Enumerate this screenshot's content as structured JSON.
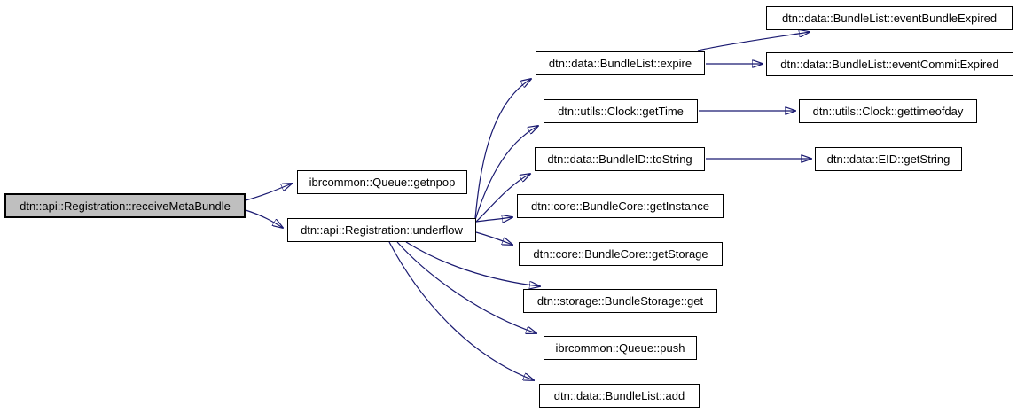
{
  "diagram": {
    "type": "call-graph",
    "colors": {
      "edge": "#191970",
      "node_background": "#ffffff",
      "node_border": "#000000",
      "highlight_background": "#bfbfbf",
      "text": "#000000"
    },
    "nodes": [
      {
        "id": "receive-meta-bundle",
        "label": "dtn::api::Registration::receiveMetaBundle",
        "highlighted": true
      },
      {
        "id": "queue-getnpop",
        "label": "ibrcommon::Queue::getnpop",
        "highlighted": false
      },
      {
        "id": "registration-underflow",
        "label": "dtn::api::Registration::underflow",
        "highlighted": false
      },
      {
        "id": "bundlelist-expire",
        "label": "dtn::data::BundleList::expire",
        "highlighted": false
      },
      {
        "id": "clock-gettime",
        "label": "dtn::utils::Clock::getTime",
        "highlighted": false
      },
      {
        "id": "bundleid-tostring",
        "label": "dtn::data::BundleID::toString",
        "highlighted": false
      },
      {
        "id": "bundlecore-getinstance",
        "label": "dtn::core::BundleCore::getInstance",
        "highlighted": false
      },
      {
        "id": "bundlecore-getstorage",
        "label": "dtn::core::BundleCore::getStorage",
        "highlighted": false
      },
      {
        "id": "bundlestorage-get",
        "label": "dtn::storage::BundleStorage::get",
        "highlighted": false
      },
      {
        "id": "queue-push",
        "label": "ibrcommon::Queue::push",
        "highlighted": false
      },
      {
        "id": "bundlelist-add",
        "label": "dtn::data::BundleList::add",
        "highlighted": false
      },
      {
        "id": "event-bundle-expired",
        "label": "dtn::data::BundleList::eventBundleExpired",
        "highlighted": false
      },
      {
        "id": "event-commit-expired",
        "label": "dtn::data::BundleList::eventCommitExpired",
        "highlighted": false
      },
      {
        "id": "clock-gettimeofday",
        "label": "dtn::utils::Clock::gettimeofday",
        "highlighted": false
      },
      {
        "id": "eid-getstring",
        "label": "dtn::data::EID::getString",
        "highlighted": false
      }
    ],
    "edges": [
      {
        "from": "dtn::api::Registration::receiveMetaBundle",
        "to": "ibrcommon::Queue::getnpop"
      },
      {
        "from": "dtn::api::Registration::receiveMetaBundle",
        "to": "dtn::api::Registration::underflow"
      },
      {
        "from": "dtn::api::Registration::underflow",
        "to": "dtn::data::BundleList::expire"
      },
      {
        "from": "dtn::api::Registration::underflow",
        "to": "dtn::utils::Clock::getTime"
      },
      {
        "from": "dtn::api::Registration::underflow",
        "to": "dtn::data::BundleID::toString"
      },
      {
        "from": "dtn::api::Registration::underflow",
        "to": "dtn::core::BundleCore::getInstance"
      },
      {
        "from": "dtn::api::Registration::underflow",
        "to": "dtn::core::BundleCore::getStorage"
      },
      {
        "from": "dtn::api::Registration::underflow",
        "to": "dtn::storage::BundleStorage::get"
      },
      {
        "from": "dtn::api::Registration::underflow",
        "to": "ibrcommon::Queue::push"
      },
      {
        "from": "dtn::api::Registration::underflow",
        "to": "dtn::data::BundleList::add"
      },
      {
        "from": "dtn::data::BundleList::expire",
        "to": "dtn::data::BundleList::eventBundleExpired"
      },
      {
        "from": "dtn::data::BundleList::expire",
        "to": "dtn::data::BundleList::eventCommitExpired"
      },
      {
        "from": "dtn::utils::Clock::getTime",
        "to": "dtn::utils::Clock::gettimeofday"
      },
      {
        "from": "dtn::data::BundleID::toString",
        "to": "dtn::data::EID::getString"
      }
    ]
  }
}
